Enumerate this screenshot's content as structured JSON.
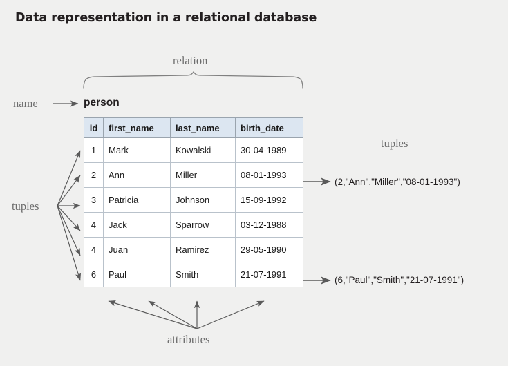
{
  "title": "Data representation in a relational database",
  "colors": {
    "background": "#f0f0ef",
    "header_fill": "#dce6f1",
    "table_border": "#9aa4ae",
    "annotation_gray": "#6d6d6d",
    "arrow_gray": "#5a5a5a",
    "text": "#231f20"
  },
  "annotations": {
    "relation": "relation",
    "name": "name",
    "tuples_left": "tuples",
    "tuples_right": "tuples",
    "attributes": "attributes"
  },
  "table": {
    "name": "person",
    "columns": [
      "id",
      "first_name",
      "last_name",
      "birth_date"
    ],
    "rows": [
      [
        "1",
        "Mark",
        "Kowalski",
        "30-04-1989"
      ],
      [
        "2",
        "Ann",
        "Miller",
        "08-01-1993"
      ],
      [
        "3",
        "Patricia",
        "Johnson",
        "15-09-1992"
      ],
      [
        "4",
        "Jack",
        "Sparrow",
        "03-12-1988"
      ],
      [
        "4",
        "Juan",
        "Ramirez",
        "29-05-1990"
      ],
      [
        "6",
        "Paul",
        "Smith",
        "21-07-1991"
      ]
    ]
  },
  "tuple_examples": [
    "(2,\"Ann\",\"Miller\",\"08-01-1993\")",
    "(6,\"Paul\",\"Smith\",\"21-07-1991\")"
  ]
}
